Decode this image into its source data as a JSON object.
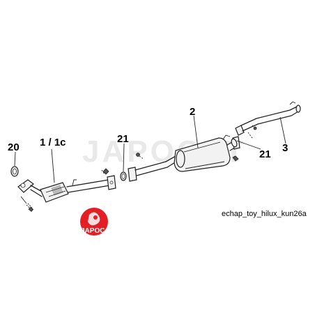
{
  "watermark": "JAPOCAT",
  "logo": {
    "text": "JAPOCAT",
    "color": "#e31e24"
  },
  "caption": "echap_toy_hilux_kun26a",
  "labels": {
    "gasket_20": "20",
    "front_pipe": "1 / 1c",
    "gasket_21_left": "21",
    "muffler": "2",
    "gasket_21_right": "21",
    "tail_pipe": "3"
  }
}
